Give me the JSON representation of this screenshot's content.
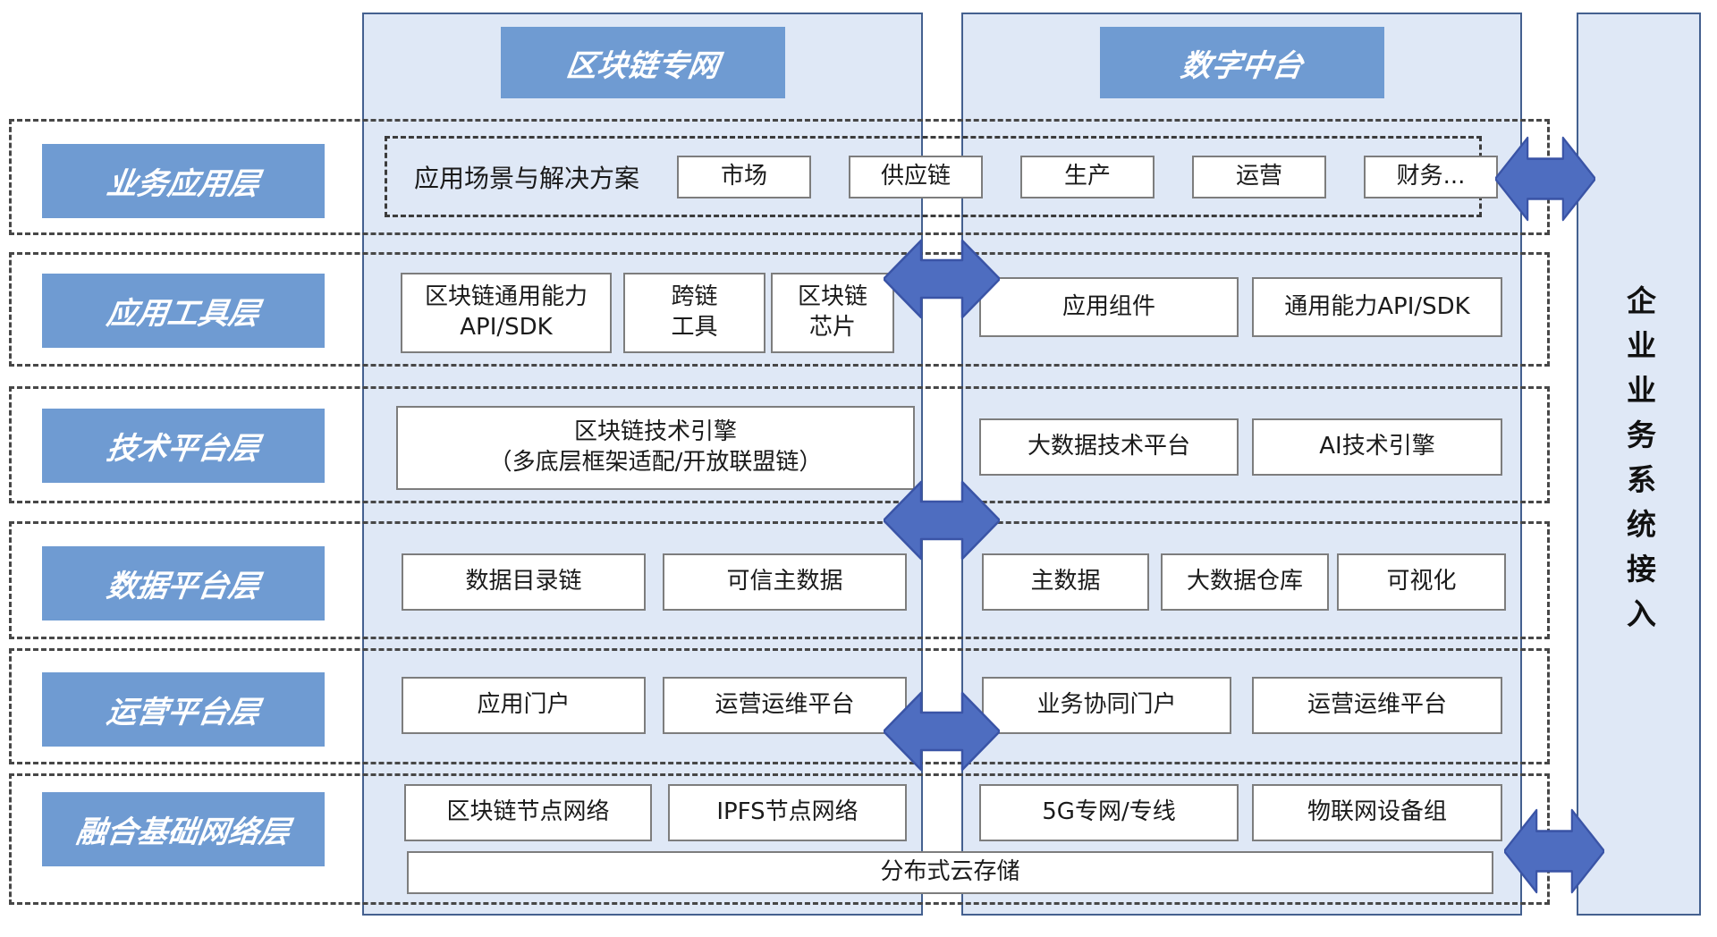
{
  "headers": {
    "left": "区块链专网",
    "right": "数字中台"
  },
  "enterprise_bar": {
    "label": "企业业务系统接入"
  },
  "layers": [
    {
      "label": "业务应用层"
    },
    {
      "label": "应用工具层"
    },
    {
      "label": "技术平台层"
    },
    {
      "label": "数据平台层"
    },
    {
      "label": "运营平台层"
    },
    {
      "label": "融合基础网络层"
    }
  ],
  "app_layer": {
    "caption": "应用场景与解决方案",
    "items": [
      {
        "label": "市场"
      },
      {
        "label": "供应链"
      },
      {
        "label": "生产"
      },
      {
        "label": "运营"
      },
      {
        "label": "财务..."
      }
    ]
  },
  "tool_layer": {
    "left": [
      {
        "label": "区块链通用能力\nAPI/SDK"
      },
      {
        "label": "跨链\n工具"
      },
      {
        "label": "区块链\n芯片"
      }
    ],
    "right": [
      {
        "label": "应用组件"
      },
      {
        "label": "通用能力API/SDK"
      }
    ]
  },
  "tech_layer": {
    "left": [
      {
        "label": "区块链技术引擎\n（多底层框架适配/开放联盟链）"
      }
    ],
    "right": [
      {
        "label": "大数据技术平台"
      },
      {
        "label": "AI技术引擎"
      }
    ]
  },
  "data_layer": {
    "left": [
      {
        "label": "数据目录链"
      },
      {
        "label": "可信主数据"
      }
    ],
    "right": [
      {
        "label": "主数据"
      },
      {
        "label": "大数据仓库"
      },
      {
        "label": "可视化"
      }
    ]
  },
  "ops_layer": {
    "left": [
      {
        "label": "应用门户"
      },
      {
        "label": "运营运维平台"
      }
    ],
    "right": [
      {
        "label": "业务协同门户"
      },
      {
        "label": "运营运维平台"
      }
    ]
  },
  "network_layer": {
    "left": [
      {
        "label": "区块链节点网络"
      },
      {
        "label": "IPFS节点网络"
      }
    ],
    "right": [
      {
        "label": "5G专网/专线"
      },
      {
        "label": "物联网设备组"
      }
    ],
    "storage": {
      "label": "分布式云存储"
    }
  },
  "colors": {
    "accent_blue": "#6f9bd2",
    "panel_fill": "#dfe8f6",
    "panel_border": "#44608f",
    "arrow_blue": "#4e6dc0",
    "arrow_outline": "#3a54a6"
  }
}
